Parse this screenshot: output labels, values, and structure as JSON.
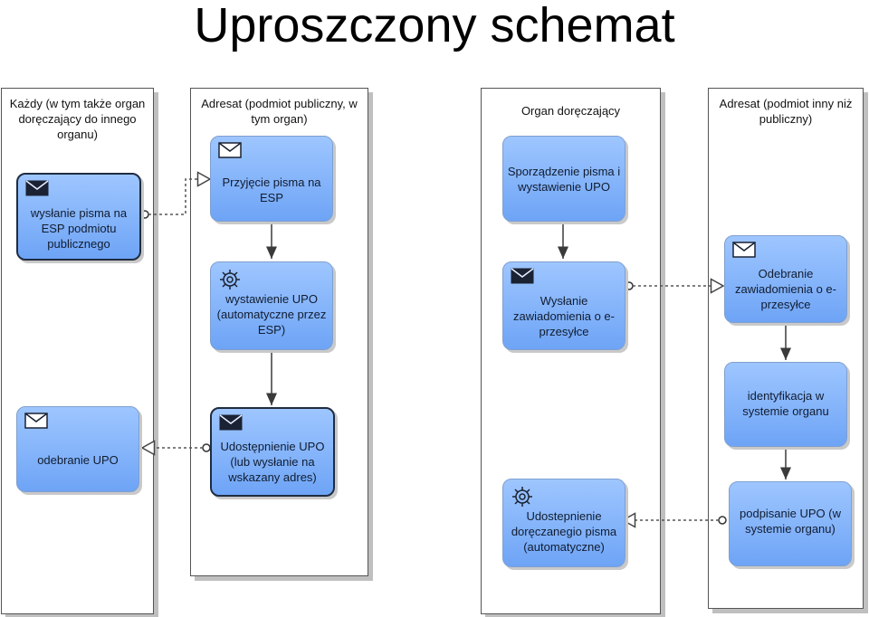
{
  "title": "Uproszczony schemat",
  "lanes": [
    {
      "header": "Każdy (w tym także organ doręczający do innego organu)"
    },
    {
      "header": "Adresat (podmiot publiczny, w tym organ)"
    },
    {
      "header": "Organ doręczający"
    },
    {
      "header": "Adresat (podmiot inny niż publiczny)"
    }
  ],
  "tasks": {
    "send_letter": "wysłanie pisma na ESP podmiotu publicznego",
    "receive_upo": "odebranie UPO",
    "accept_letter": "Przyjęcie pisma na ESP",
    "issue_upo_auto": "wystawienie UPO (automatyczne przez ESP)",
    "share_upo": "Udostępnienie UPO (lub wysłanie na wskazany adres)",
    "prepare_letter": "Sporządzenie pisma i wystawienie UPO",
    "send_notice": "Wysłanie zawiadomienia o e-przesyłce",
    "share_letter_auto": "Udostepnienie doręczanegio pisma (automatyczne)",
    "receive_notice": "Odebranie zawiadomienia o e-przesyłce",
    "identify": "identyfikacja w systemie organu",
    "sign_upo": "podpisanie UPO (w systemie organu)"
  },
  "icons": {
    "send_letter": "envelope-filled-icon",
    "receive_upo": "envelope-outline-icon",
    "accept_letter": "envelope-outline-icon",
    "issue_upo_auto": "gear-icon",
    "share_upo": "envelope-filled-icon",
    "send_notice": "envelope-filled-icon",
    "share_letter_auto": "gear-icon",
    "receive_notice": "envelope-outline-icon"
  },
  "colors": {
    "task_fill_top": "#9ec6ff",
    "task_fill_bottom": "#6ea4f6",
    "task_border": "#7f9fcf",
    "lane_border": "#555555"
  }
}
